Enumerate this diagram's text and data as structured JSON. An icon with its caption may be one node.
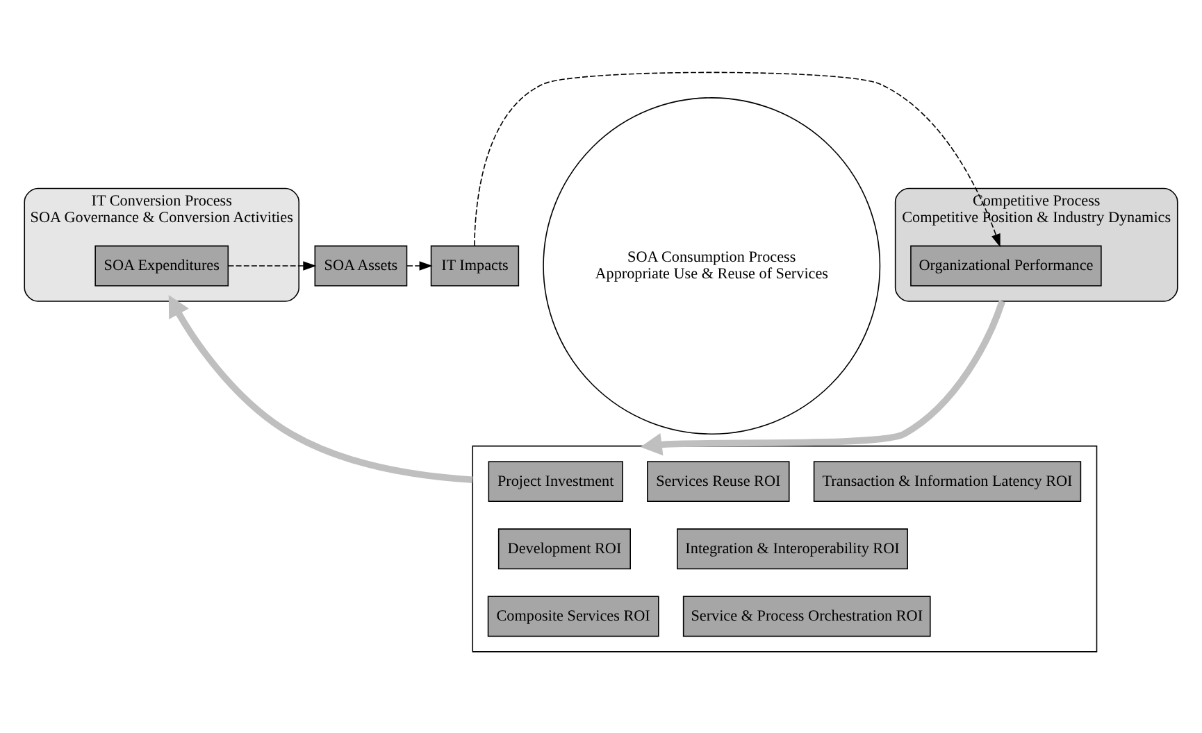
{
  "diagram": {
    "nodes": [
      {
        "text": [
          "IT Conversion Process",
          "SOA Governance & Conversion Activities"
        ]
      },
      {
        "text": [
          "SOA Expenditures"
        ],
        "in": 0
      },
      {
        "text": [
          "SOA Consumption Process",
          "Appropriate Use & Reuse of Services"
        ]
      },
      {
        "text": [
          "SOA Assets"
        ]
      },
      {
        "text": [
          "IT Impacts"
        ]
      },
      {
        "text": [
          "Competitive Process",
          "Competitive Position & Industry Dynamics"
        ]
      },
      {
        "text": [
          "Organizational Performance"
        ],
        "in": 5
      },
      {
        "text": [],
        "shape": "box"
      },
      {
        "text": [
          "Project Investment"
        ],
        "in": 7
      },
      {
        "text": [
          "Services Reuse ROI"
        ],
        "in": 7
      },
      {
        "text": [
          "Transaction & Information Latency ROI"
        ],
        "in": 7
      },
      {
        "text": [
          "Development ROI"
        ],
        "in": 7
      },
      {
        "text": [
          "Integration & Interoperability ROI"
        ],
        "in": 7
      },
      {
        "text": [
          "Composite Services ROI"
        ],
        "in": 7
      },
      {
        "text": [
          "Service & Process Orchestration ROI"
        ],
        "in": 7
      }
    ],
    "edges": [
      {
        "from": 1,
        "to": 3,
        "arrow": "to",
        "style": "dashed"
      },
      {
        "from": 3,
        "to": 4,
        "arrow": "to",
        "style": "dashed"
      },
      {
        "from": 4,
        "to": 6,
        "arrow": "to",
        "style": "dashed"
      },
      {
        "from": 7,
        "to": 0,
        "arrow": "to",
        "style": "thick",
        "color": "#bfbfbf"
      },
      {
        "from": 5,
        "to": 7,
        "arrow": "to",
        "style": "thick",
        "color": "#bfbfbf"
      }
    ]
  }
}
